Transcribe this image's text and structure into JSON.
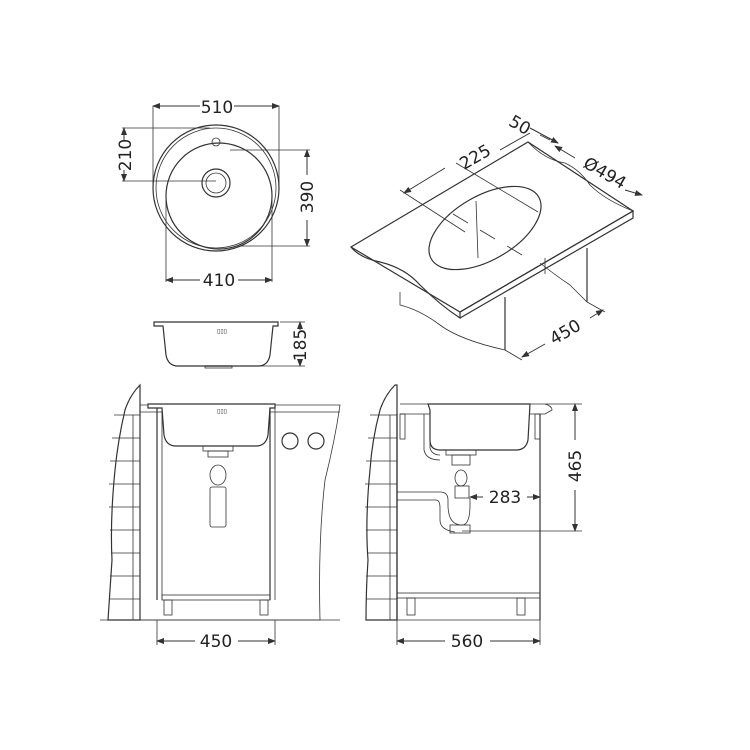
{
  "drawing": {
    "subject": "Round inset kitchen sink installation drawing",
    "line_color": "#333333",
    "background": "#ffffff"
  },
  "top_view": {
    "overall_width": "510",
    "bowl_width": "410",
    "bowl_depth": "390",
    "drain_offset": "210"
  },
  "side_profile": {
    "depth": "185"
  },
  "isometric_view": {
    "setback": "50",
    "center_offset": "225",
    "cutout_diameter": "Ø494",
    "cabinet_depth": "450"
  },
  "front_installation": {
    "cabinet_width": "450"
  },
  "side_installation": {
    "cabinet_depth": "560",
    "drain_offset": "283",
    "trap_height": "465"
  }
}
